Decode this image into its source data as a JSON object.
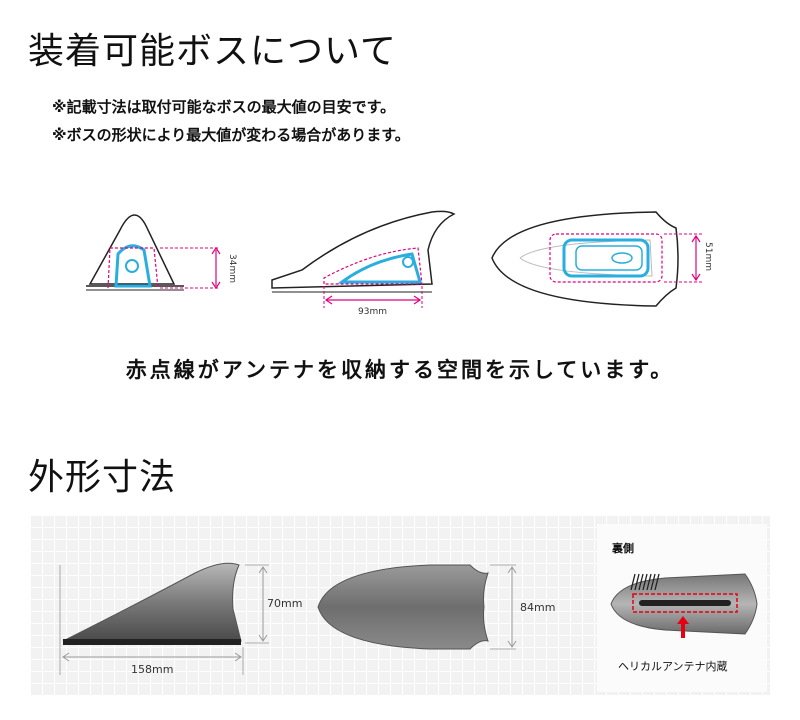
{
  "section1": {
    "title": "装着可能ボスについて",
    "notes": [
      "※記載寸法は取付可能なボスの最大値の目安です。",
      "※ボスの形状により最大値が変わる場合があります。"
    ],
    "dimensions": {
      "height": "34mm",
      "length": "93mm",
      "width": "51mm"
    },
    "caption": "赤点線がアンテナを収納する空間を示しています。"
  },
  "section2": {
    "title": "外形寸法",
    "dimensions": {
      "length": "158mm",
      "height": "70mm",
      "width": "84mm"
    },
    "inset": {
      "label": "裏側",
      "caption": "ヘリカルアンテナ内蔵"
    }
  },
  "colors": {
    "dashed_outline": "#e4007f",
    "boss_outline": "#2aaee0",
    "arrow": "#e60012",
    "body_gray": "#8a8a8a"
  },
  "icons": [
    "dimension-arrow",
    "shark-fin-antenna",
    "helical-coil",
    "up-arrow"
  ]
}
